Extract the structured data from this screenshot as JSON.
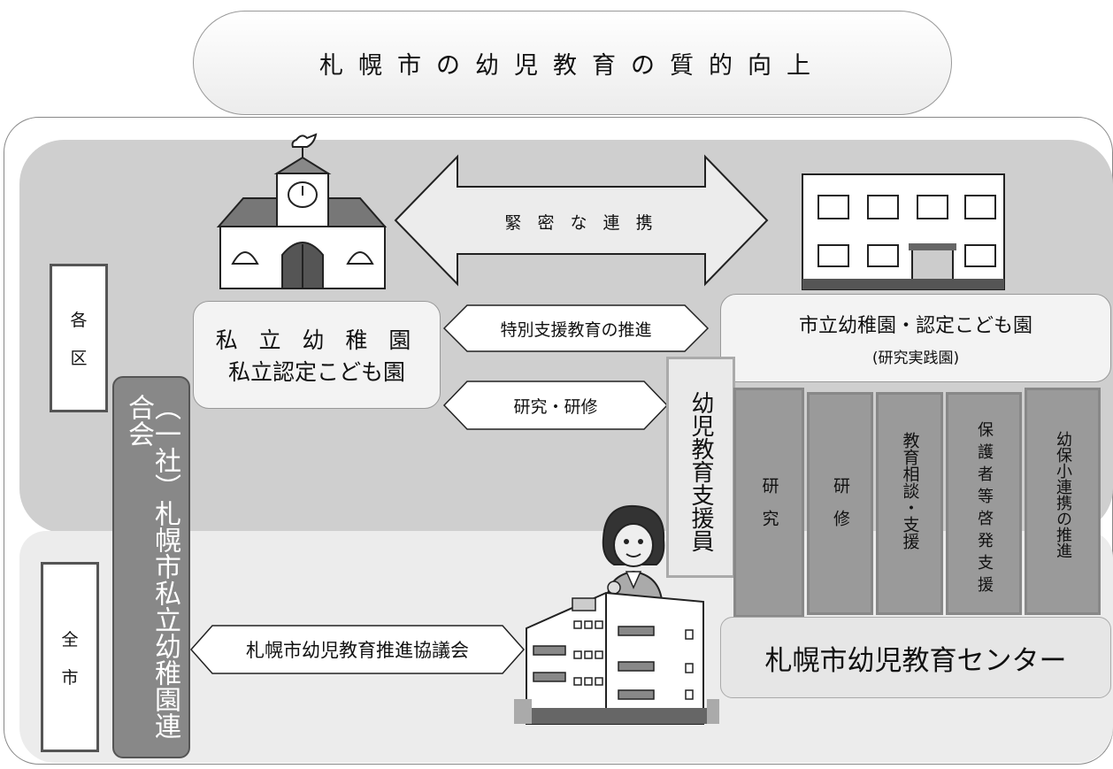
{
  "title": "札幌市の幼児教育の質的向上",
  "zones": {
    "ward": "各区",
    "ward_chars": [
      "各",
      "区"
    ],
    "city": "全市",
    "city_chars": [
      "全",
      "市"
    ]
  },
  "association": "（一社）札幌市私立幼稚園連合会",
  "private": {
    "line1": "私 立 幼 稚 園",
    "line2": "私立認定こども園"
  },
  "municipal": {
    "line1": "市立幼稚園・認定こども園",
    "line2": "(研究実践園)"
  },
  "arrows": {
    "close_link": "緊 密 な 連 携",
    "special_support": "特別支援教育の推進",
    "research": "研究・研修",
    "council": "札幌市幼児教育推進協議会"
  },
  "support_staff": "幼児教育支援員",
  "center_functions": [
    "研究",
    "研修",
    "教育相談・支援",
    "保護者等啓発支援",
    "幼保小連携の推進"
  ],
  "center": "札幌市幼児教育センター",
  "icons": [
    "bird-icon",
    "clock-icon",
    "private-kindergarten-building-icon",
    "municipal-kindergarten-building-icon",
    "teacher-person-icon",
    "education-center-building-icon"
  ]
}
